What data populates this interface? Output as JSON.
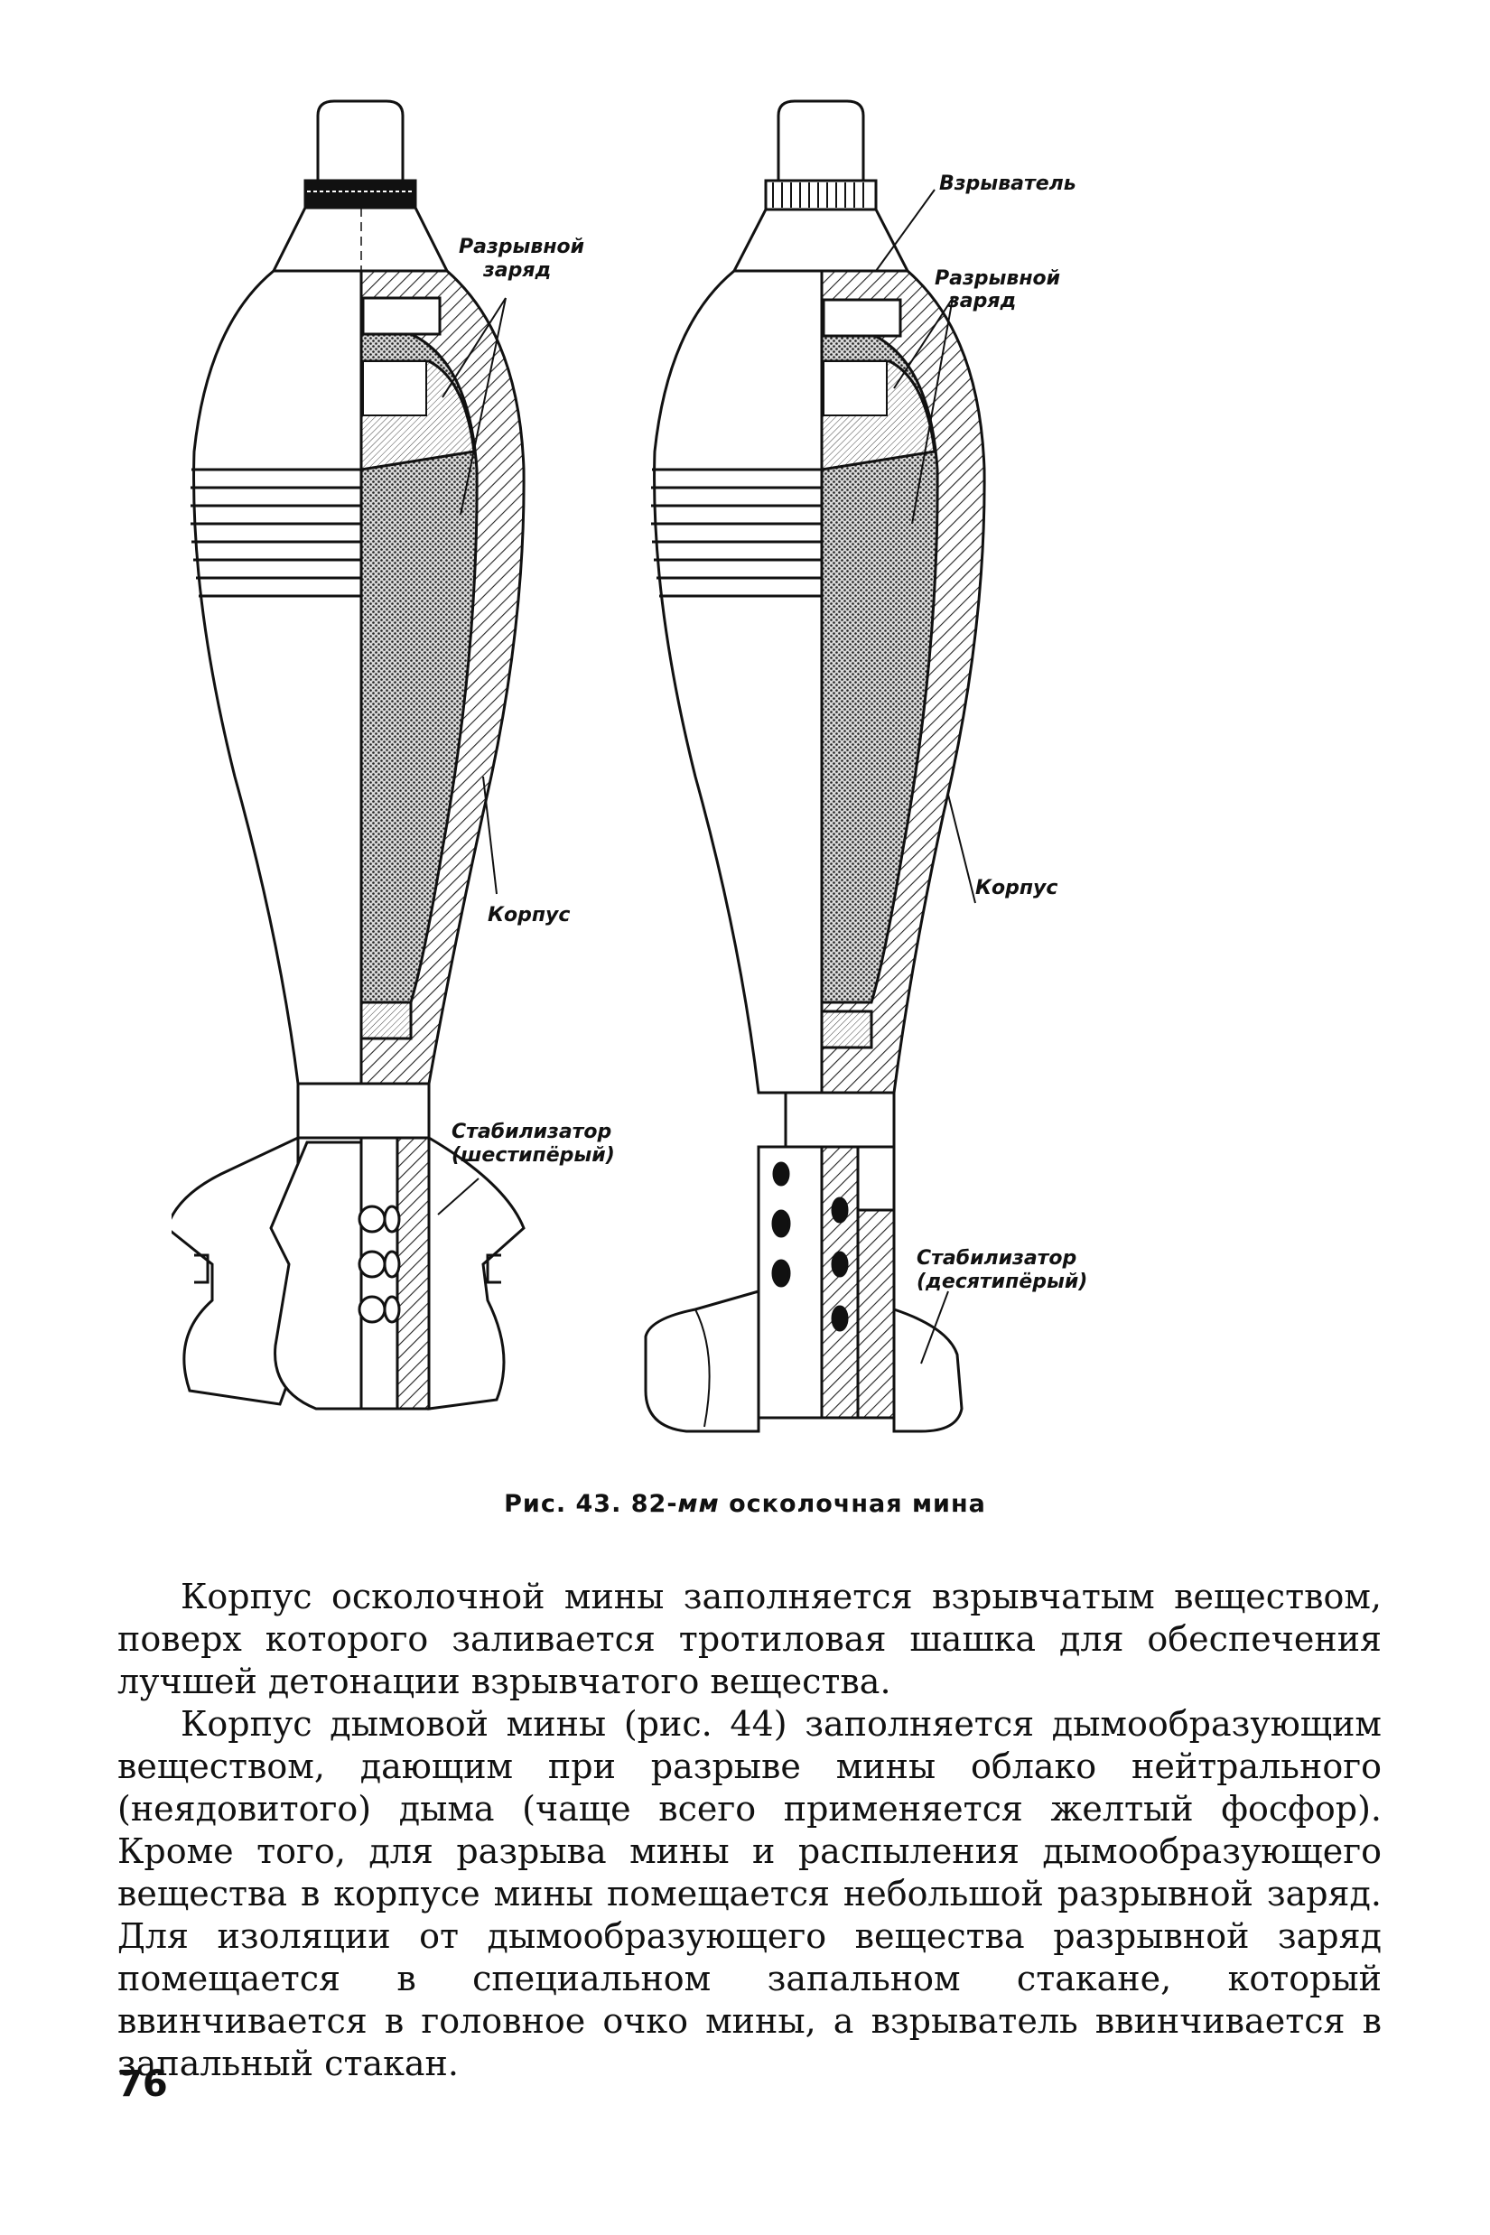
{
  "figure": {
    "left_labels": {
      "charge": [
        "Разрывной",
        "заряд"
      ],
      "body": "Корпус",
      "stabilizer": [
        "Стабилизатор",
        "(шестипёрый)"
      ]
    },
    "right_labels": {
      "fuze": "Взрыватель",
      "charge": [
        "Разрывной",
        "заряд"
      ],
      "body": "Корпус",
      "stabilizer": [
        "Стабилизатор",
        "(десятипёрый)"
      ]
    }
  },
  "caption": {
    "prefix": "Рис. 43.",
    "caliber": "82-",
    "unit": "мм",
    "title": " осколочная мина"
  },
  "paragraphs": [
    "Корпус осколочной мины заполняется взрывчатым веществом, поверх которого заливается тротиловая шашка для обеспечения лучшей детонации взрывчатого вещества.",
    "Корпус дымовой мины (рис. 44) заполняется дымообразующим веществом, дающим при разрыве мины облако нейтрального (неядовитого) дыма (чаще всего применяется желтый фосфор). Кроме того, для разрыва мины и распыления дымообразующего вещества в корпусе мины помещается небольшой разрывной заряд. Для изоляции от дымообразующего вещества разрывной заряд помещается в специальном запальном стакане, который ввинчивается в головное очко мины, а взрыватель ввинчивается в запальный стакан."
  ],
  "page_number": "76"
}
